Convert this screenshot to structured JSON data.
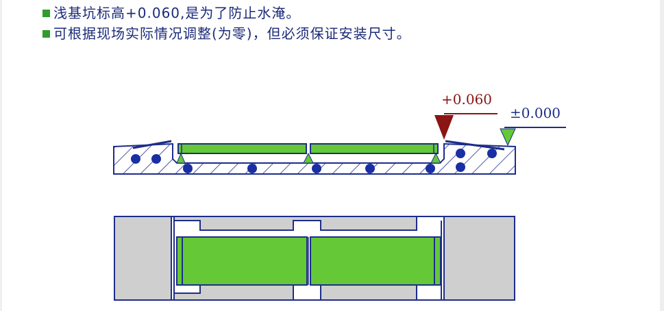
{
  "bullets": [
    {
      "text": "浅基坑标高+0.060,是为了防止水淹。"
    },
    {
      "text": "可根据现场实际情况调整(为零)，但必须保证安装尺寸。"
    }
  ],
  "diagram": {
    "elevation_top_label": "+0.060",
    "elevation_zero_label": "±0.000"
  },
  "colors": {
    "text": "#1b2a7a",
    "outline": "#1d2d8a",
    "green": "#64c837",
    "red_marker": "#8b1414",
    "grey": "#cfcfcf"
  }
}
